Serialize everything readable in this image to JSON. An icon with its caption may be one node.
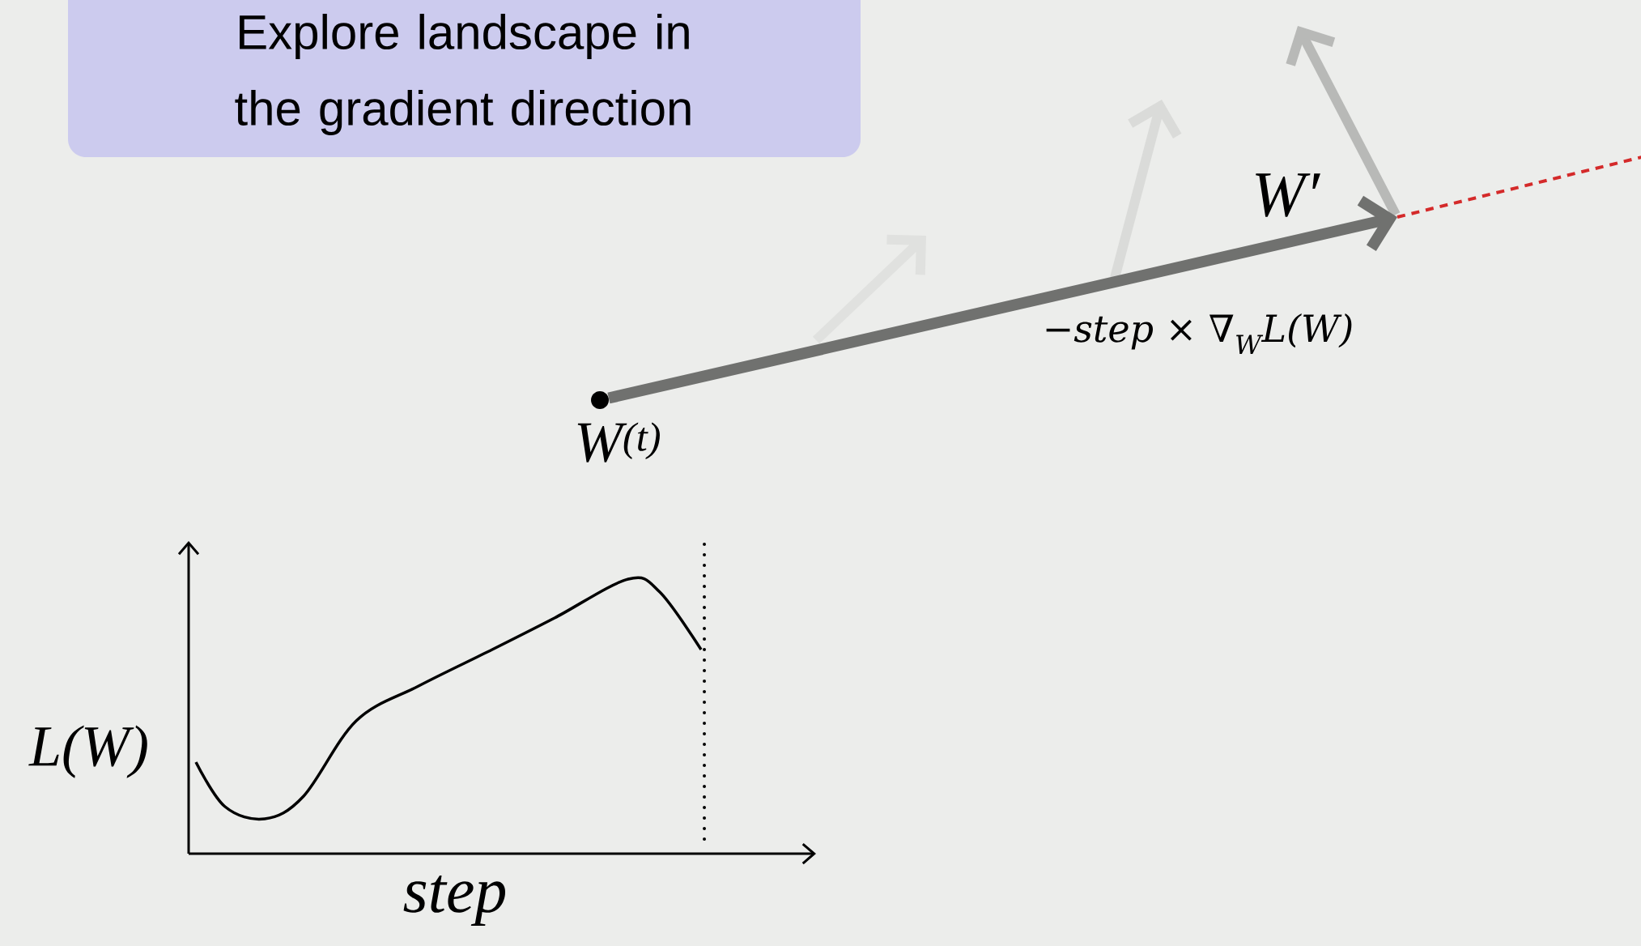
{
  "diagram": {
    "nodes": [
      {
        "text": [
          "Explore landscape in the gradient direction"
        ]
      },
      {
        "text": [],
        "shape": "circle",
        "beside": [
          "W$^{(t)}$"
        ]
      },
      {
        "text": [
          "W′"
        ]
      }
    ],
    "edges": [
      {
        "from": 1,
        "to": 2,
        "arrow": "to",
        "label": "−step × ∇$_{W}$L(W)",
        "style": "thick"
      },
      {
        "from": 2,
        "to": null,
        "arrow": "none",
        "style": "dashed",
        "color": "#d42a2a"
      }
    ],
    "labels": [
      "L(W)",
      "step"
    ]
  }
}
